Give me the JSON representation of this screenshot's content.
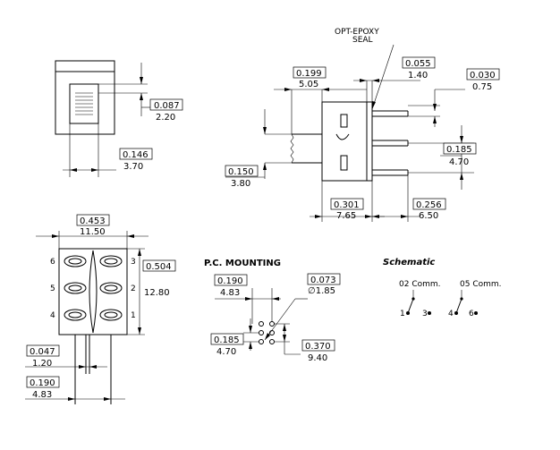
{
  "side_view": {
    "dim_087": "0.087",
    "dim_087_mm": "2.20",
    "dim_146": "0.146",
    "dim_146_mm": "3.70"
  },
  "front_view": {
    "seal_line1": "OPT-EPOXY",
    "seal_line2": "SEAL",
    "dim_199": "0.199",
    "dim_199_mm": "5.05",
    "dim_055": "0.055",
    "dim_055_mm": "1.40",
    "dim_030": "0.030",
    "dim_030_mm": "0.75",
    "dim_185": "0.185",
    "dim_185_mm": "4.70",
    "dim_150": "0.150",
    "dim_150_mm": "3.80",
    "dim_301": "0.301",
    "dim_301_mm": "7.65",
    "dim_256": "0.256",
    "dim_256_mm": "6.50"
  },
  "bottom_view": {
    "dim_453": "0.453",
    "dim_453_mm": "11.50",
    "dim_504": "0.504",
    "dim_504_mm": "12.80",
    "dim_047": "0.047",
    "dim_047_mm": "1.20",
    "dim_190": "0.190",
    "dim_190_mm": "4.83",
    "pin_labels_left": [
      "6",
      "5",
      "4"
    ],
    "pin_labels_right": [
      "3",
      "2",
      "1"
    ]
  },
  "pc_mounting": {
    "title": "P.C. MOUNTING",
    "dim_190": "0.190",
    "dim_190_mm": "4.83",
    "dim_073": "0.073",
    "dim_073_mm": "∅1.85",
    "dim_185": "0.185",
    "dim_185_mm": "4.70",
    "dim_370": "0.370",
    "dim_370_mm": "9.40"
  },
  "schematic": {
    "title": "Schematic",
    "comm_left": "02 Comm.",
    "comm_right": "05 Comm.",
    "pin1": "1",
    "pin3": "3",
    "pin4": "4",
    "pin6": "6"
  }
}
